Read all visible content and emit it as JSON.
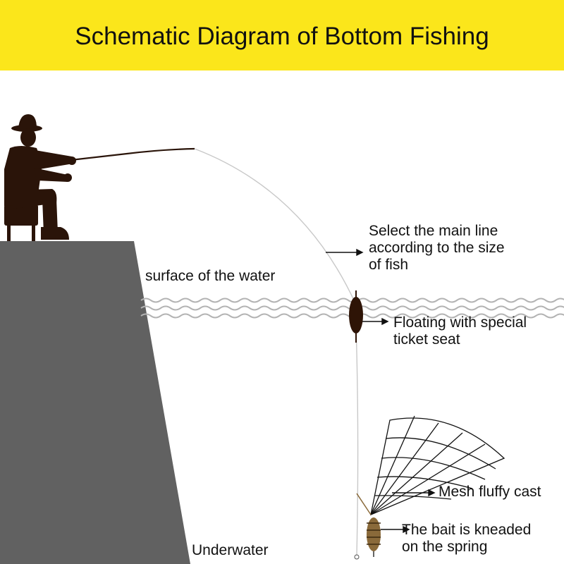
{
  "title": "Schematic Diagram of Bottom Fishing",
  "labels": {
    "main_line": [
      "Select the main line",
      "according to the size",
      "of fish"
    ],
    "surface": "surface of the water",
    "float": [
      "Floating with special",
      "ticket seat"
    ],
    "cast": "Mesh fluffy cast",
    "bait": [
      "The bait is kneaded",
      "on the spring"
    ],
    "underwater": "Underwater"
  },
  "colors": {
    "banner": "#fbe61b",
    "bank": "#616161",
    "silhouette": "#2a1409",
    "water_line": "#b3b3b3",
    "float": "#2e1406"
  }
}
